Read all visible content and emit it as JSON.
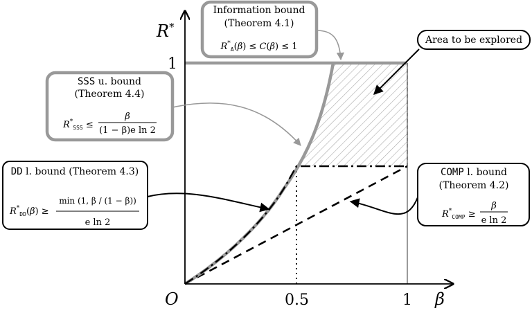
{
  "axes": {
    "y_label": "R*",
    "x_label": "β",
    "origin_label": "O",
    "x_ticks": [
      "0.5",
      "1"
    ],
    "y_ticks": [
      "1"
    ]
  },
  "annotations": {
    "info": {
      "title": "Information bound",
      "ref": "(Theorem 4.1)",
      "formula": "R*A(β) ≤ C(β) ≤ 1"
    },
    "area": {
      "label": "Area to be explored"
    },
    "sss": {
      "code": "SSS",
      "title_rest": " u. bound",
      "ref": "(Theorem 4.4)",
      "lhs": "R*SSS ≤",
      "num": "β",
      "den": "(1 − β)e ln 2"
    },
    "dd": {
      "code": "DD",
      "title_rest": " l. bound (Theorem 4.3)",
      "lhs": "R*DD(β) ≥",
      "num": "min (1, β / (1 − β))",
      "den": "e ln 2"
    },
    "comp": {
      "code": "COMP",
      "title_rest": " l. bound",
      "ref": "(Theorem 4.2)",
      "lhs": "R*COMP ≥",
      "num": "β",
      "den": "e ln 2"
    }
  },
  "colors": {
    "gray": "#999999",
    "black": "#000000",
    "hatch": "#aaaaaa"
  }
}
